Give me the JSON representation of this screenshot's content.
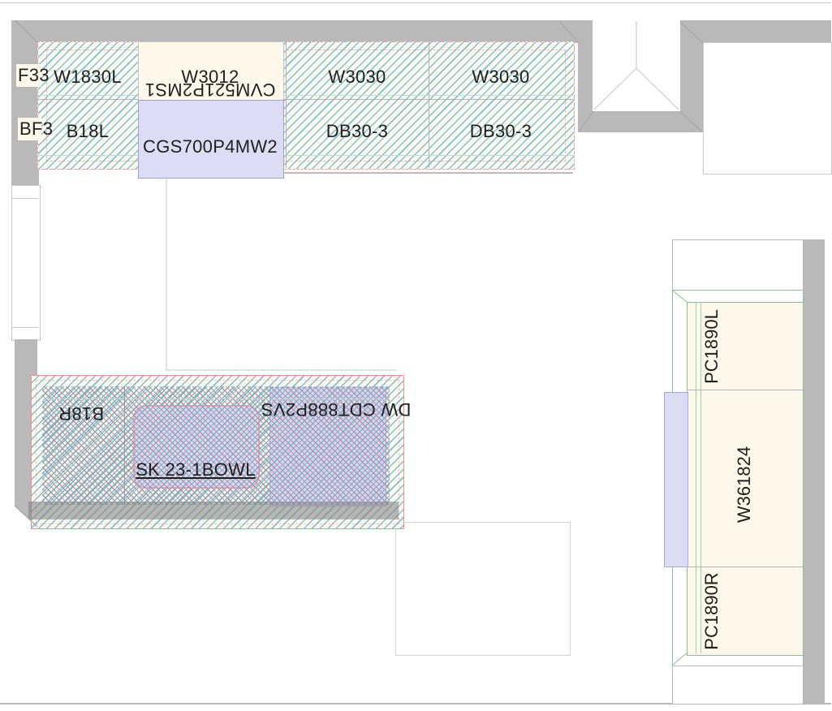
{
  "drawing": "kitchen-floor-plan",
  "colors": {
    "wall_gray": "#b9b9b9",
    "hatch_blue": "#7ac2d9",
    "hatch_red": "#dc7882",
    "outline_red": "#f29090",
    "cabinet_cream": "#fdf8e9",
    "appliance_lavender": "#dcdcf5",
    "appliance_border": "#9f9fd6",
    "counter_green": "#8fbe92",
    "line_gray": "#c9c9c9",
    "text": "#1f1f1f"
  },
  "top_run": {
    "filler_wall": "F33",
    "filler_base": "BF3",
    "wall_cabinets": [
      {
        "label": "W1830L"
      },
      {
        "label": "W3012"
      },
      {
        "label": "W3030"
      },
      {
        "label": "W3030"
      }
    ],
    "base_cabinets": [
      {
        "label": "B18L"
      },
      {
        "label": "DB30-3"
      },
      {
        "label": "DB30-3"
      }
    ],
    "microwave_label": "CVM521P2MS1",
    "range_label": "CGS700P4MW2"
  },
  "island": {
    "base_cabinet": "B18R",
    "sink": "SK 23-1BOWL",
    "dishwasher": "DW CDT888P2VS"
  },
  "pantry_run": {
    "top": "PC1890L",
    "middle": "W361824",
    "bottom": "PC1890R"
  }
}
